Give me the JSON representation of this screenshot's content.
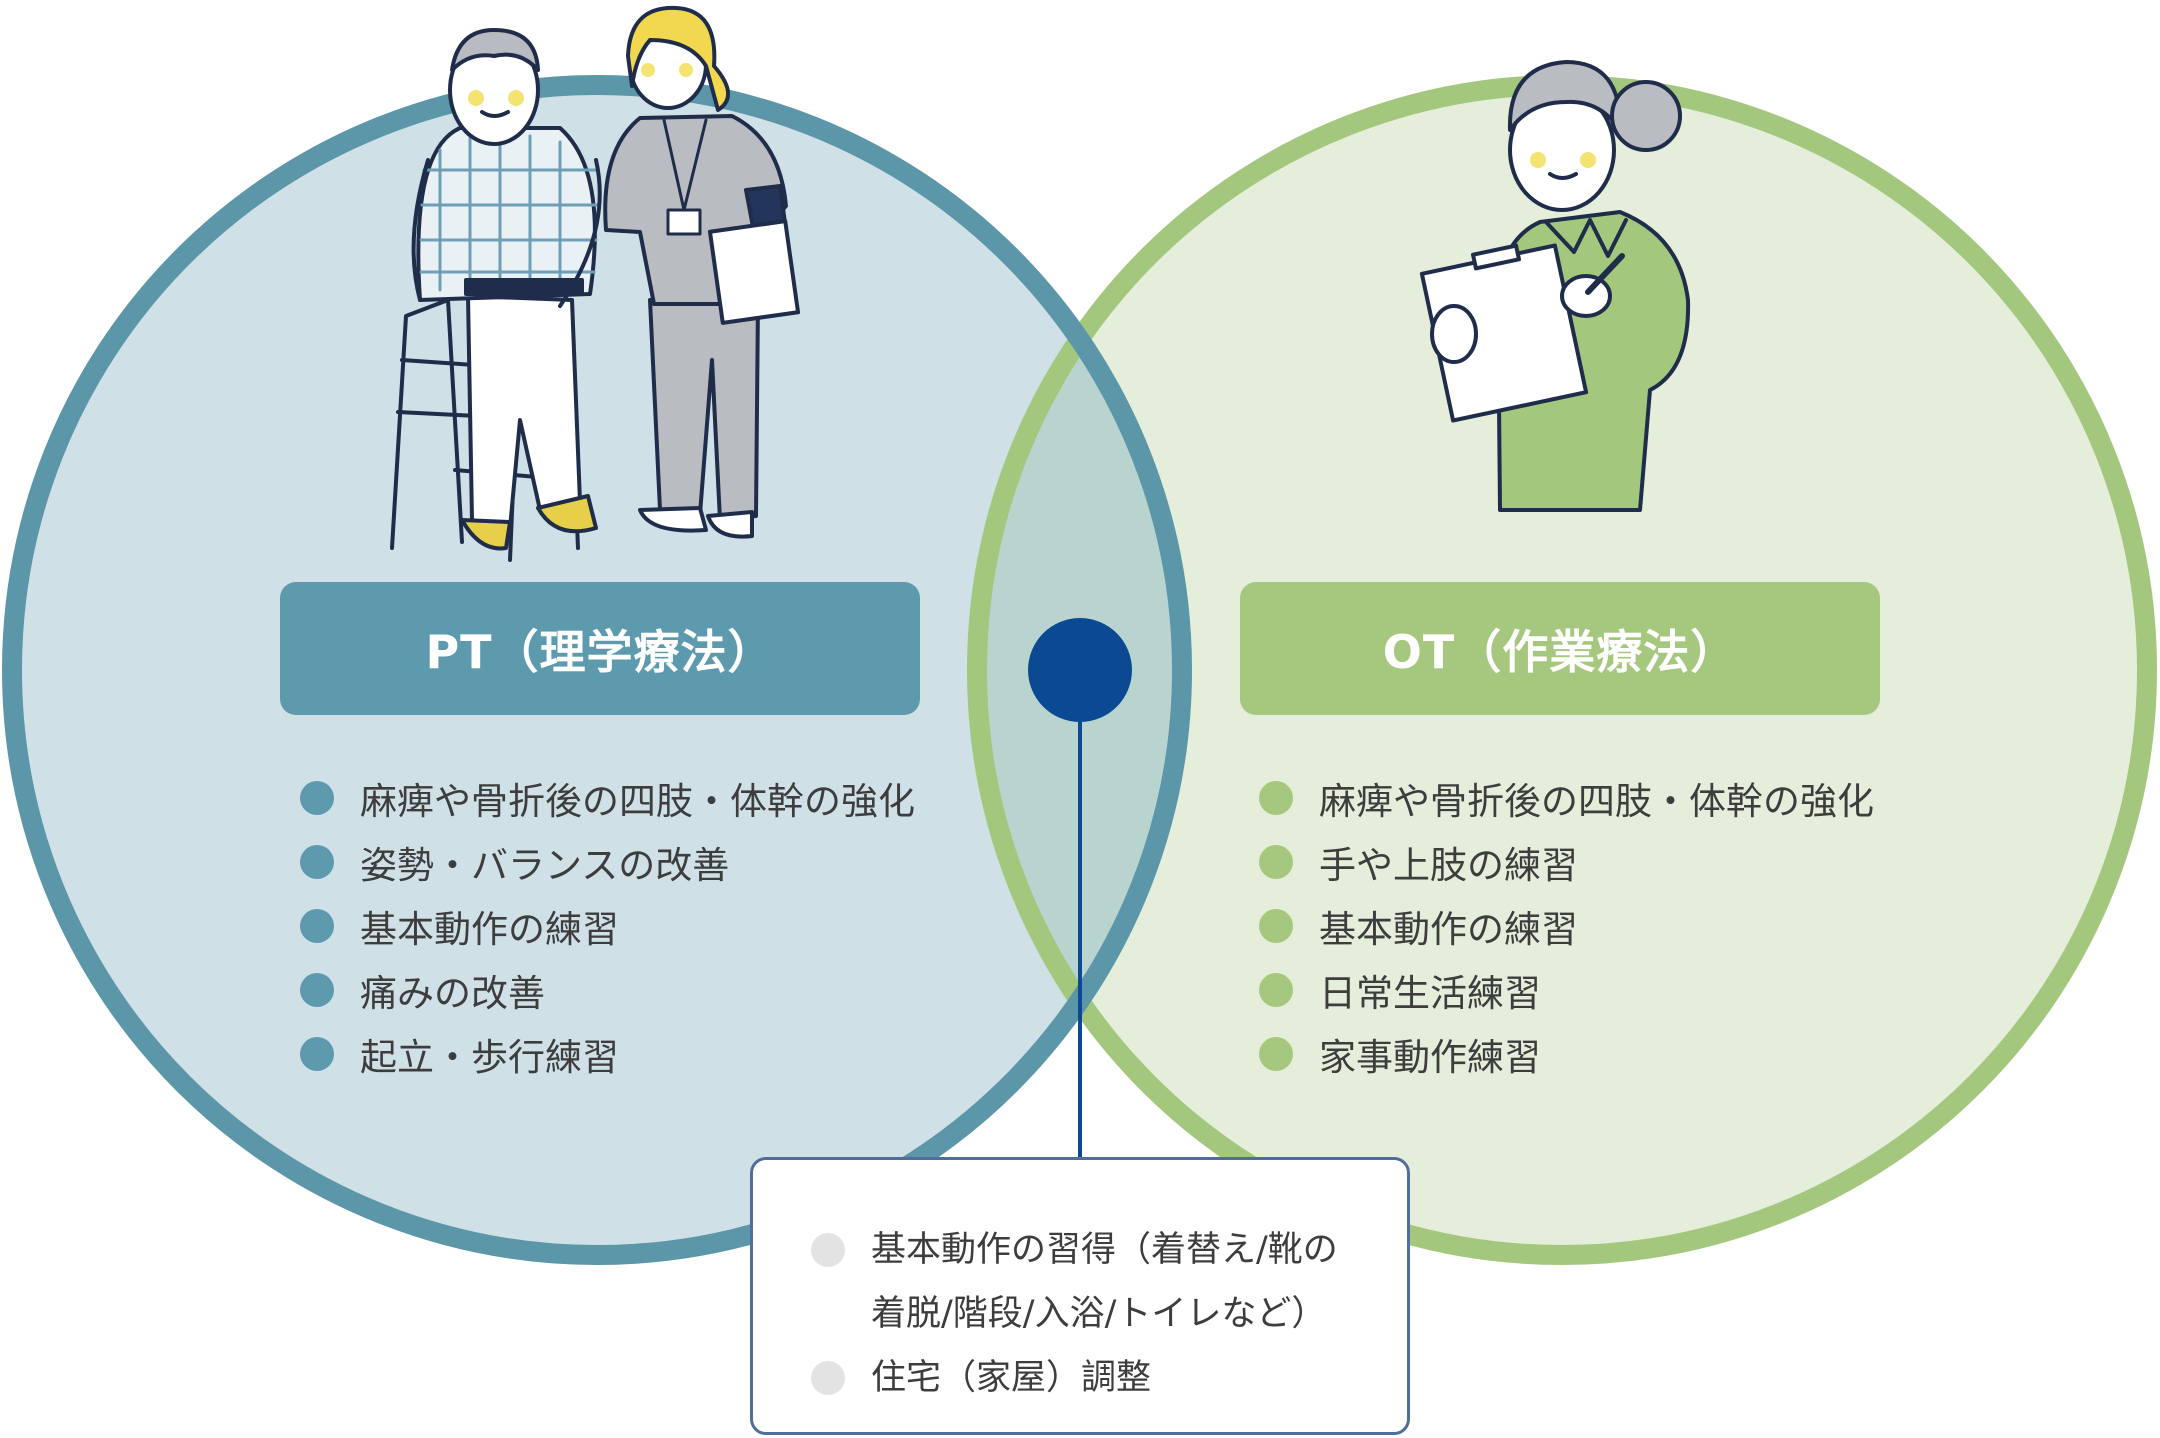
{
  "pt": {
    "title": "PT（理学療法）",
    "items": [
      "麻痺や骨折後の四肢・体幹の強化",
      "姿勢・バランスの改善",
      "基本動作の練習",
      "痛みの改善",
      "起立・歩行練習"
    ]
  },
  "ot": {
    "title": "OT（作業療法）",
    "items": [
      "麻痺や骨折後の四肢・体幹の強化",
      "手や上肢の練習",
      "基本動作の練習",
      "日常生活練習",
      "家事動作練習"
    ]
  },
  "common": {
    "items": [
      "基本動作の習得（着替え/靴の着脱/階段/入浴/トイレなど）",
      "住宅（家屋）調整"
    ]
  },
  "colors": {
    "pt_ring": "#5b96a9",
    "pt_fill": "#cfe0e7",
    "ot_ring": "#a3c77c",
    "ot_fill": "#e4eedb",
    "overlap_fill": "#b9d4ce",
    "connector": "#0b4a93"
  },
  "icons": [
    "elderly-man-with-walker-icon",
    "caregiver-with-clipboard-icon",
    "occupational-therapist-writing-icon"
  ]
}
